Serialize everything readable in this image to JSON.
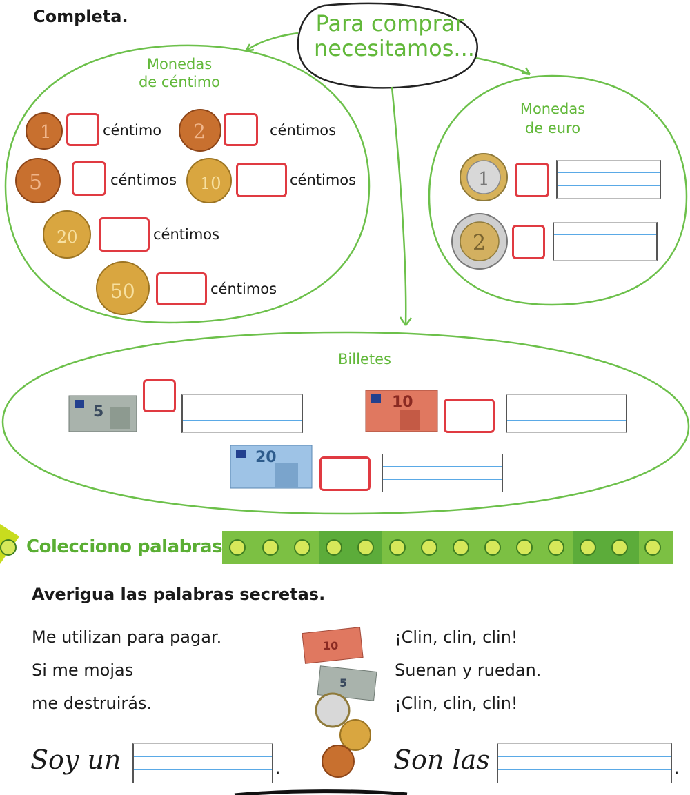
{
  "instruction": "Completa.",
  "bubble": {
    "line1": "Para comprar",
    "line2": "necesitamos..."
  },
  "cents_group": {
    "title_line1": "Monedas",
    "title_line2": "de céntimo",
    "items": [
      {
        "coin": "1-cent-coin",
        "unit": "céntimo"
      },
      {
        "coin": "2-cent-coin",
        "unit": "céntimos"
      },
      {
        "coin": "5-cent-coin",
        "unit": "céntimos"
      },
      {
        "coin": "10-cent-coin",
        "unit": "céntimos"
      },
      {
        "coin": "20-cent-coin",
        "unit": "céntimos"
      },
      {
        "coin": "50-cent-coin",
        "unit": "céntimos"
      }
    ]
  },
  "euro_group": {
    "title_line1": "Monedas",
    "title_line2": "de euro",
    "items": [
      {
        "coin": "1-euro-coin"
      },
      {
        "coin": "2-euro-coin"
      }
    ]
  },
  "bills_group": {
    "title": "Billetes",
    "items": [
      {
        "note": "5-euro-note"
      },
      {
        "note": "10-euro-note"
      },
      {
        "note": "20-euro-note"
      }
    ]
  },
  "banner": {
    "title": "Colecciono palabras"
  },
  "section2": {
    "instruction": "Averigua las palabras secretas.",
    "left_riddle": [
      "Me utilizan para pagar.",
      "Si me mojas",
      "me destruirás."
    ],
    "right_riddle": [
      "¡Clin, clin, clin!",
      "Suenan y ruedan.",
      "¡Clin, clin, clin!"
    ],
    "left_answer_prefix": "Soy un",
    "right_answer_prefix": "Son las",
    "period": "."
  },
  "colors": {
    "accent_green": "#62b83a",
    "answer_box_red": "#e03a41",
    "copper": "#c8702f",
    "gold": "#d9a640",
    "silver": "#cfcfcf"
  }
}
